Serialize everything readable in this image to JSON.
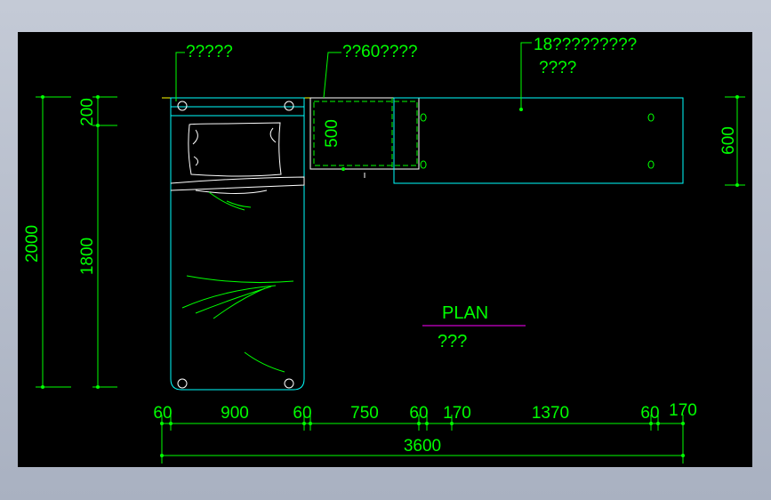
{
  "annotations": {
    "bed_label": "?????",
    "cabinet_label": "??60????",
    "desk_label_line1": "18?????????",
    "desk_label_line2": "????"
  },
  "dimensions": {
    "left_outer": "2000",
    "left_top": "200",
    "left_main": "1800",
    "cabinet_depth": "500",
    "desk_depth": "600",
    "bottom_segments": [
      "60",
      "900",
      "60",
      "750",
      "60",
      "170",
      "1370",
      "60",
      "170"
    ],
    "total_width": "3600"
  },
  "plan": {
    "title": "PLAN",
    "subtitle": "???"
  },
  "colors": {
    "background": "#000000",
    "dimension": "#00ff00",
    "outline": "#00ffff",
    "wall": "#ffff00",
    "title_underline": "#ff00ff",
    "furniture_detail": "#ffffff"
  }
}
